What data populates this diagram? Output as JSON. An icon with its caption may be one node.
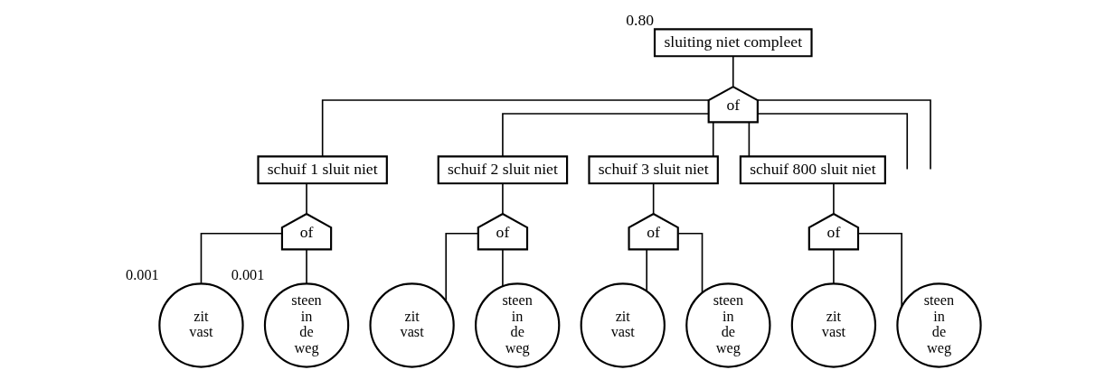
{
  "diagram": {
    "nodes": [
      {
        "text": [
          "sluiting niet compleet"
        ],
        "beside": [
          "0.80"
        ]
      },
      {
        "text": [
          "of"
        ]
      },
      {
        "text": [
          "schuif 1 sluit niet"
        ]
      },
      {
        "text": [
          "of"
        ]
      },
      {
        "text": [
          "zit vast"
        ],
        "beside": [
          "0.001"
        ]
      },
      {
        "text": [
          "steen in de weg"
        ],
        "beside": [
          "0.001"
        ]
      },
      {
        "text": [
          "schuif 2 sluit niet"
        ]
      },
      {
        "text": [
          "of"
        ]
      },
      {
        "text": [
          "zit vast"
        ]
      },
      {
        "text": [
          "steen in de weg"
        ]
      },
      {
        "text": [
          "schuif 3 sluit niet"
        ]
      },
      {
        "text": [
          "of"
        ]
      },
      {
        "text": [
          "zit vast"
        ]
      },
      {
        "text": [
          "steen in de weg"
        ]
      },
      {
        "text": [
          "schuif 800 sluit niet"
        ]
      },
      {
        "text": [
          "of"
        ]
      },
      {
        "text": [
          "zit vast"
        ]
      },
      {
        "text": [
          "steen in de weg"
        ]
      }
    ],
    "edges": [
      {
        "from": 0,
        "to": 1,
        "arrow": "none"
      },
      {
        "from": 1,
        "to": 2,
        "arrow": "none"
      },
      {
        "from": 1,
        "to": 6,
        "arrow": "none"
      },
      {
        "from": 1,
        "to": 10,
        "arrow": "none"
      },
      {
        "from": 1,
        "to": null,
        "arrow": "none"
      },
      {
        "from": 1,
        "to": null,
        "arrow": "none"
      },
      {
        "from": 1,
        "to": 14,
        "arrow": "none"
      },
      {
        "from": 2,
        "to": 3,
        "arrow": "none"
      },
      {
        "from": 3,
        "to": 4,
        "arrow": "none"
      },
      {
        "from": 3,
        "to": 5,
        "arrow": "none"
      },
      {
        "from": 6,
        "to": 7,
        "arrow": "none"
      },
      {
        "from": 7,
        "to": 8,
        "arrow": "none"
      },
      {
        "from": 7,
        "to": 9,
        "arrow": "none"
      },
      {
        "from": 10,
        "to": 11,
        "arrow": "none"
      },
      {
        "from": 11,
        "to": 12,
        "arrow": "none"
      },
      {
        "from": 11,
        "to": 13,
        "arrow": "none"
      },
      {
        "from": 14,
        "to": 15,
        "arrow": "none"
      },
      {
        "from": 15,
        "to": 16,
        "arrow": "none"
      },
      {
        "from": 15,
        "to": 17,
        "arrow": "none"
      }
    ]
  }
}
